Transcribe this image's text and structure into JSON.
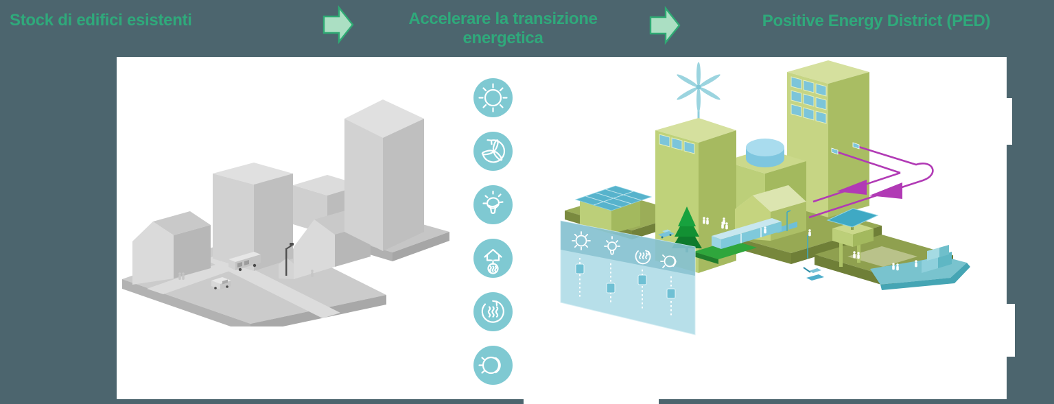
{
  "page": {
    "background_color": "#4C656E",
    "canvas_color": "#FFFFFF"
  },
  "flow_header": {
    "label_color": "#2FA97B",
    "arrow_fill": "#ABDFC3",
    "arrow_stroke": "#2FAA74",
    "steps": [
      {
        "label": "Stock di edifici esistenti"
      },
      {
        "label": "Accelerare la transizione energetica"
      },
      {
        "label": "Positive Energy District (PED)"
      }
    ]
  },
  "transition_icons": {
    "circle_color": "#7FC9D2",
    "glyph_color": "#FFFFFF",
    "items": [
      {
        "name": "sun-icon"
      },
      {
        "name": "wind-turbine-icon"
      },
      {
        "name": "lightbulb-icon"
      },
      {
        "name": "geothermal-house-icon"
      },
      {
        "name": "heat-recovery-icon"
      },
      {
        "name": "sun-moon-icon"
      }
    ]
  },
  "illustrations": {
    "left": {
      "name": "existing-building-stock-city",
      "palette": {
        "building_light": "#DADADA",
        "building_shade": "#B7B7B7",
        "ground": "#CBCBCB"
      }
    },
    "right": {
      "name": "positive-energy-district-city",
      "palette": {
        "building_green": "#BFD27A",
        "building_green_shade": "#A6BA60",
        "ground_olive": "#97A954",
        "solar_panel_blue": "#57B3CC",
        "water_tank_blue": "#A9DCEE",
        "turbine_blue": "#9BD4DF",
        "tree_green": "#129033",
        "energy_flow_magenta": "#B13AB5",
        "glass_panel_blue": "#AADAE6"
      },
      "control_panel_icons": [
        {
          "name": "sun-icon"
        },
        {
          "name": "lightbulb-icon"
        },
        {
          "name": "heat-recovery-icon"
        },
        {
          "name": "sun-moon-icon"
        }
      ]
    }
  }
}
